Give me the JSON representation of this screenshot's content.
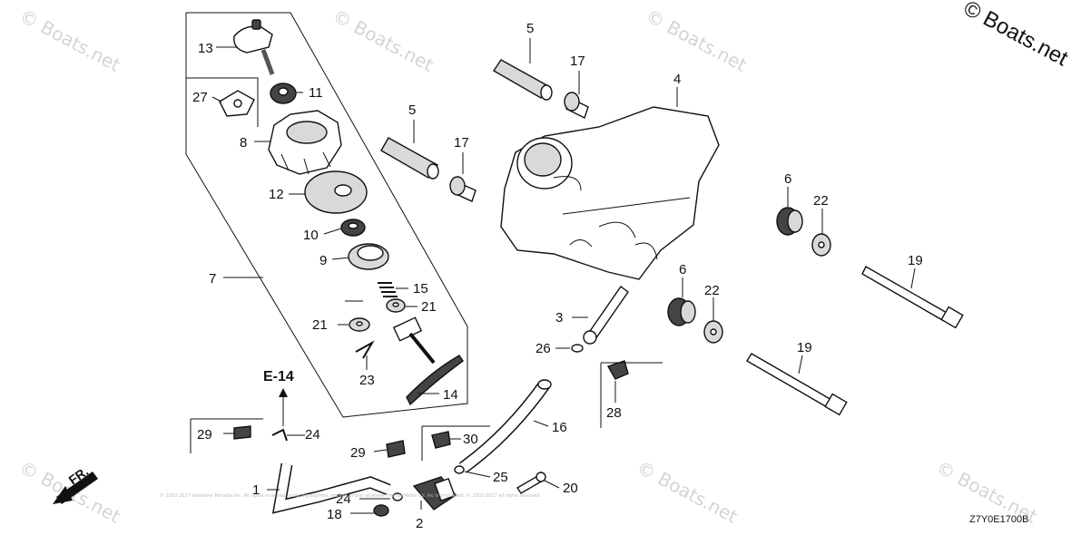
{
  "copyright": "© Boats.net",
  "watermark": "© Boats.net",
  "section_ref": "E-14",
  "direction_label": "FR.",
  "diagram_code": "Z7Y0E1700B",
  "fine_print": "© 2002-2017 whatever Partzilla Inc. All rights reserved. Including express, implied and/or whatever Honda Motor Co. Inc is prohibited. © 2002-2017 all rights reserved",
  "callouts": {
    "c1": "1",
    "c2": "2",
    "c3": "3",
    "c4": "4",
    "c5a": "5",
    "c5b": "5",
    "c6a": "6",
    "c6b": "6",
    "c7": "7",
    "c8": "8",
    "c9": "9",
    "c10": "10",
    "c11": "11",
    "c12": "12",
    "c13": "13",
    "c14": "14",
    "c15": "15",
    "c16": "16",
    "c17a": "17",
    "c17b": "17",
    "c18": "18",
    "c19a": "19",
    "c19b": "19",
    "c20": "20",
    "c21a": "21",
    "c21b": "21",
    "c22a": "22",
    "c22b": "22",
    "c23": "23",
    "c24a": "24",
    "c24b": "24",
    "c25": "25",
    "c26": "26",
    "c27": "27",
    "c28": "28",
    "c29a": "29",
    "c29b": "29",
    "c30": "30"
  }
}
